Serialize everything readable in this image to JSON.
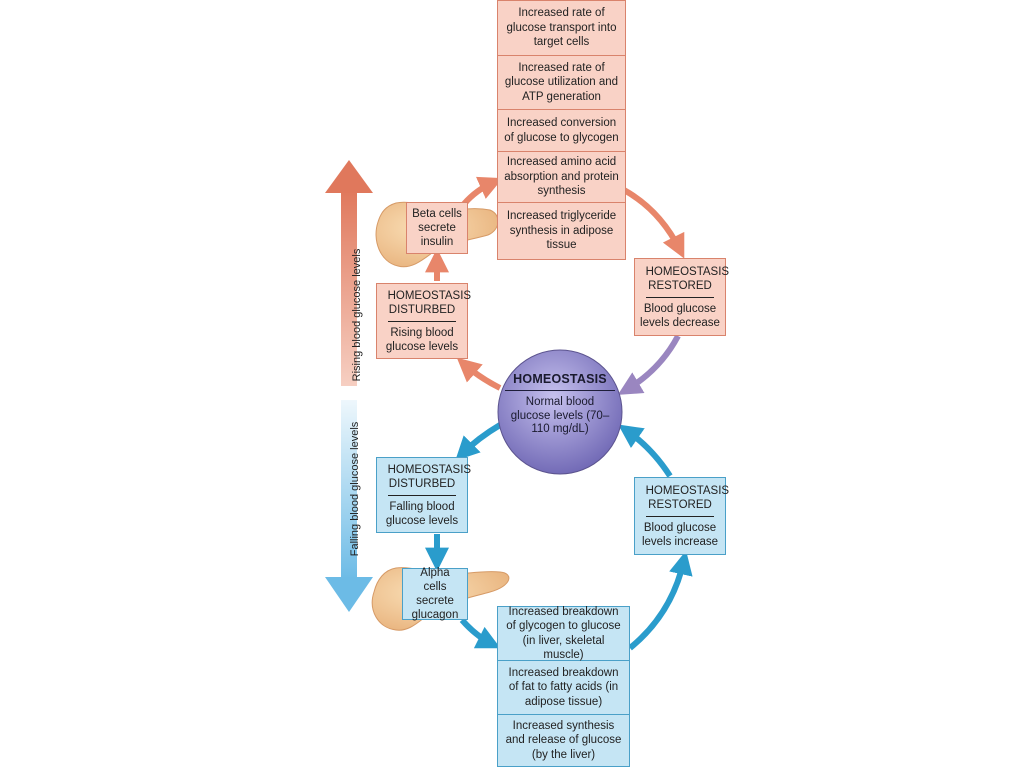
{
  "colors": {
    "rising_fill": "#f9d2c6",
    "rising_stroke": "#d9836c",
    "rising_arrow": "#e8866a",
    "falling_fill": "#c5e5f4",
    "falling_stroke": "#4aa0c8",
    "falling_arrow": "#2a9ccc",
    "homeostasis_circle": "#8d86c6"
  },
  "side_labels": {
    "rising": "Rising blood glucose levels",
    "falling": "Falling blood glucose levels"
  },
  "homeostasis": {
    "title": "HOMEOSTASIS",
    "body": "Normal blood glucose levels (70–110 mg/dL)"
  },
  "rising": {
    "disturbed_head": "HOMEOSTASIS DISTURBED",
    "disturbed_body": "Rising blood glucose levels",
    "secretion": "Beta cells secrete insulin",
    "effects": [
      "Increased rate of glucose transport into target cells",
      "Increased rate of glucose utilization and ATP generation",
      "Increased conversion of glucose to glycogen",
      "Increased amino acid absorption and protein synthesis",
      "Increased triglyceride synthesis in adipose tissue"
    ],
    "restored_head": "HOMEOSTASIS RESTORED",
    "restored_body": "Blood glucose levels decrease"
  },
  "falling": {
    "disturbed_head": "HOMEOSTASIS DISTURBED",
    "disturbed_body": "Falling blood glucose levels",
    "secretion": "Alpha cells secrete glucagon",
    "effects": [
      "Increased breakdown of glycogen to glucose (in liver, skeletal muscle)",
      "Increased breakdown of fat to fatty acids (in adipose tissue)",
      "Increased synthesis and release of glucose (by the liver)"
    ],
    "restored_head": "HOMEOSTASIS RESTORED",
    "restored_body": "Blood glucose levels increase"
  }
}
